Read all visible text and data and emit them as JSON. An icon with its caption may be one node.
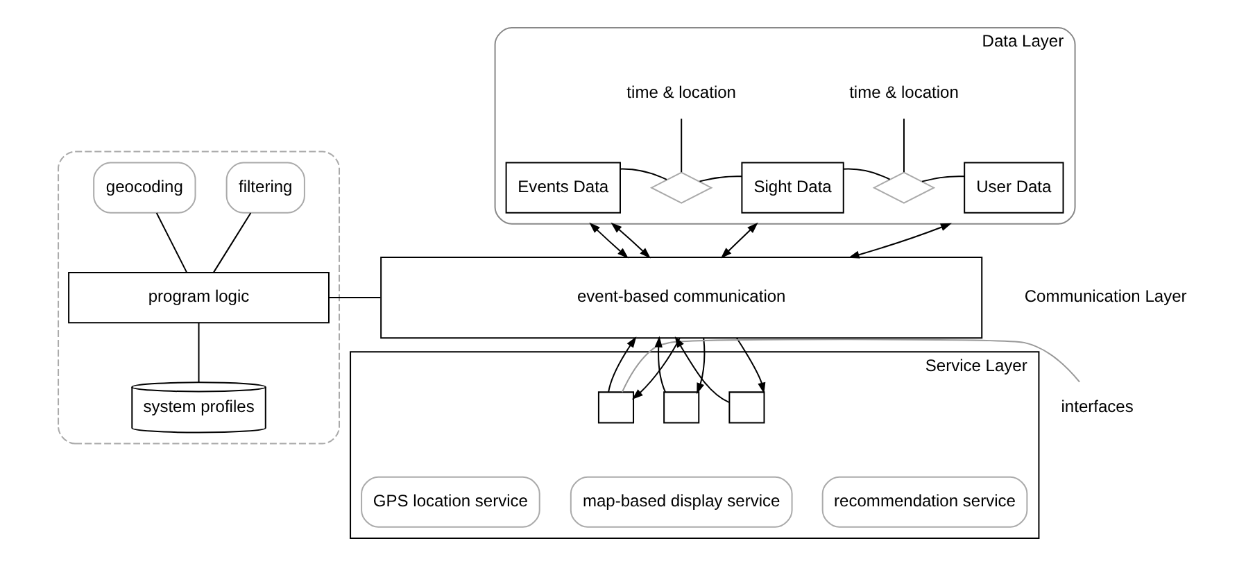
{
  "diagram": {
    "nodes": [
      {
        "text": [],
        "shape": "cylinder",
        "beside": [
          "Data Layer"
        ]
      },
      {
        "text": [
          "time & location"
        ],
        "in": 0
      },
      {
        "text": [
          "time & location"
        ],
        "in": 0
      },
      {
        "text": [
          "Events Data"
        ],
        "in": 0
      },
      {
        "text": [],
        "shape": "diamond",
        "in": 0
      },
      {
        "text": [
          "Sight Data"
        ],
        "in": 0
      },
      {
        "text": [],
        "shape": "diamond",
        "in": 0
      },
      {
        "text": [
          "User Data"
        ],
        "in": 0
      },
      {
        "text": [],
        "shape": "box"
      },
      {
        "text": [
          "geocoding"
        ],
        "in": 8
      },
      {
        "text": [
          "filtering"
        ],
        "in": 8
      },
      {
        "text": [
          "program logic"
        ],
        "in": 8
      },
      {
        "text": [
          "system profiles"
        ],
        "in": 8
      },
      {
        "text": [
          "event-based communication"
        ],
        "beside": [
          "Communication Layer"
        ]
      },
      {
        "text": [],
        "shape": "box",
        "beside": [
          "Service Layer"
        ]
      },
      {
        "text": [
          "interfaces"
        ]
      },
      {
        "text": [],
        "shape": "box",
        "in": 14
      },
      {
        "text": [],
        "shape": "box",
        "in": 14
      },
      {
        "text": [],
        "shape": "box",
        "in": 14
      },
      {
        "text": [
          "GPS location service"
        ],
        "in": 14
      },
      {
        "text": [
          "map-based display service"
        ],
        "in": 14
      },
      {
        "text": [
          "recommendation service"
        ],
        "in": 14
      }
    ],
    "edges": [
      {
        "from": 3,
        "to": 4,
        "arrow": "none"
      },
      {
        "from": 4,
        "to": 5,
        "arrow": "none"
      },
      {
        "from": 5,
        "to": 6,
        "arrow": "none"
      },
      {
        "from": 6,
        "to": 7,
        "arrow": "none"
      },
      {
        "from": 1,
        "to": 4,
        "arrow": "none"
      },
      {
        "from": 2,
        "to": 6,
        "arrow": "none"
      },
      {
        "from": 0,
        "to": 13,
        "arrow": "both"
      },
      {
        "from": 0,
        "to": 13,
        "arrow": "both"
      },
      {
        "from": 0,
        "to": 13,
        "arrow": "both"
      },
      {
        "from": 0,
        "to": 13,
        "arrow": "both"
      },
      {
        "from": 9,
        "to": 11,
        "arrow": "none"
      },
      {
        "from": 10,
        "to": 11,
        "arrow": "none"
      },
      {
        "from": 11,
        "to": 12,
        "arrow": "none"
      },
      {
        "from": 11,
        "to": 13,
        "arrow": "none"
      },
      {
        "from": 16,
        "to": 13,
        "arrow": "to"
      },
      {
        "from": 13,
        "to": 16,
        "arrow": "to"
      },
      {
        "from": 17,
        "to": 13,
        "arrow": "to"
      },
      {
        "from": 13,
        "to": 17,
        "arrow": "to"
      },
      {
        "from": 18,
        "to": 13,
        "arrow": "to"
      },
      {
        "from": 13,
        "to": 18,
        "arrow": "to"
      },
      {
        "from": 15,
        "to": 16,
        "arrow": "none",
        "color": "#999999"
      }
    ]
  }
}
